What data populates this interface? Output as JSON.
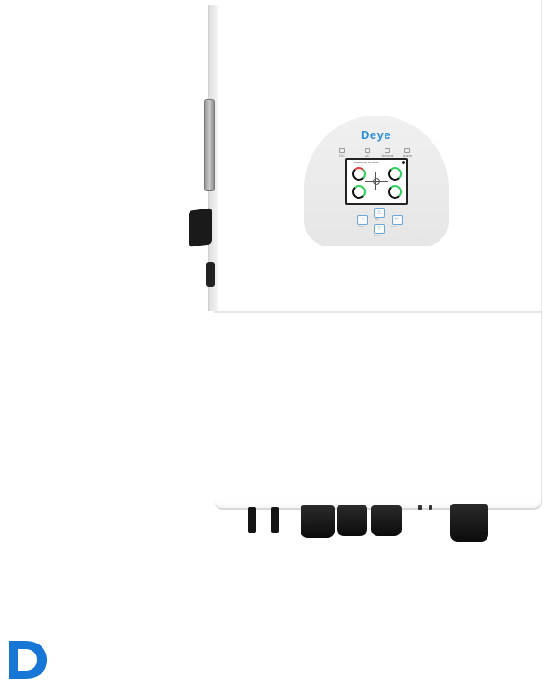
{
  "device": {
    "brand_logo_text": "Deye",
    "indicators": [
      {
        "label": "DC"
      },
      {
        "label": "AC"
      },
      {
        "label": "Normal"
      },
      {
        "label": "Alarm"
      }
    ],
    "screen_header": "2022/01/01 12:00:00",
    "keys": [
      {
        "icon": "back-icon",
        "label": "ESC"
      },
      {
        "icon": "up-icon",
        "label": "Up"
      },
      {
        "icon": "down-icon",
        "label": "Down"
      },
      {
        "icon": "enter-icon",
        "label": "Enter"
      }
    ]
  },
  "colors": {
    "logo_blue": "#2b8ed8",
    "key_blue": "#6aa6d8",
    "gauge_green": "#2bd15a",
    "gauge_red": "#e23b3b",
    "brand_blue": "#1877d6"
  }
}
